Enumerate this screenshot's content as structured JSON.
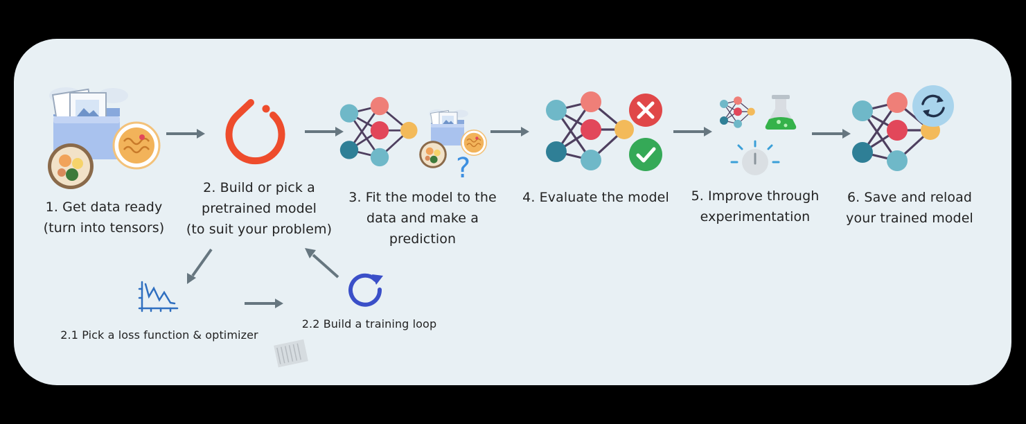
{
  "steps": [
    {
      "lines": [
        "1. Get data ready",
        "(turn into tensors)"
      ]
    },
    {
      "lines": [
        "2. Build or pick a",
        "pretrained model",
        "(to suit your problem)"
      ]
    },
    {
      "lines": [
        "3. Fit the model to the",
        "data and make a",
        "prediction"
      ]
    },
    {
      "lines": [
        "4. Evaluate the model"
      ]
    },
    {
      "lines": [
        "5. Improve through",
        "experimentation"
      ]
    },
    {
      "lines": [
        "6. Save and reload",
        "your trained model"
      ]
    }
  ],
  "substeps": [
    {
      "label": "2.1 Pick a loss function & optimizer"
    },
    {
      "label": "2.2 Build a training loop"
    }
  ],
  "colors": {
    "background": "#000000",
    "panel": "#e8f0f4",
    "arrow": "#66767f",
    "node_teal": "#6fb8c8",
    "node_coral": "#ef7f78",
    "node_red": "#e2475a",
    "node_orange": "#f3ba5a",
    "node_dark_teal": "#2f7f96",
    "edge": "#4e3f5f",
    "pytorch": "#ee4c2c",
    "cross": "#e04748",
    "check": "#35a957",
    "loop_blue": "#3a4fc8",
    "chart_blue": "#2f6fc0"
  },
  "icons": [
    "folder-icon",
    "cloud-icon",
    "food-bowl-icon",
    "pytorch-logo-icon",
    "neural-network-icon",
    "question-mark-icon",
    "cross-icon",
    "check-icon",
    "flask-icon",
    "timer-icon",
    "reload-icon",
    "loss-chart-icon",
    "loop-icon",
    "arrow-icon"
  ]
}
